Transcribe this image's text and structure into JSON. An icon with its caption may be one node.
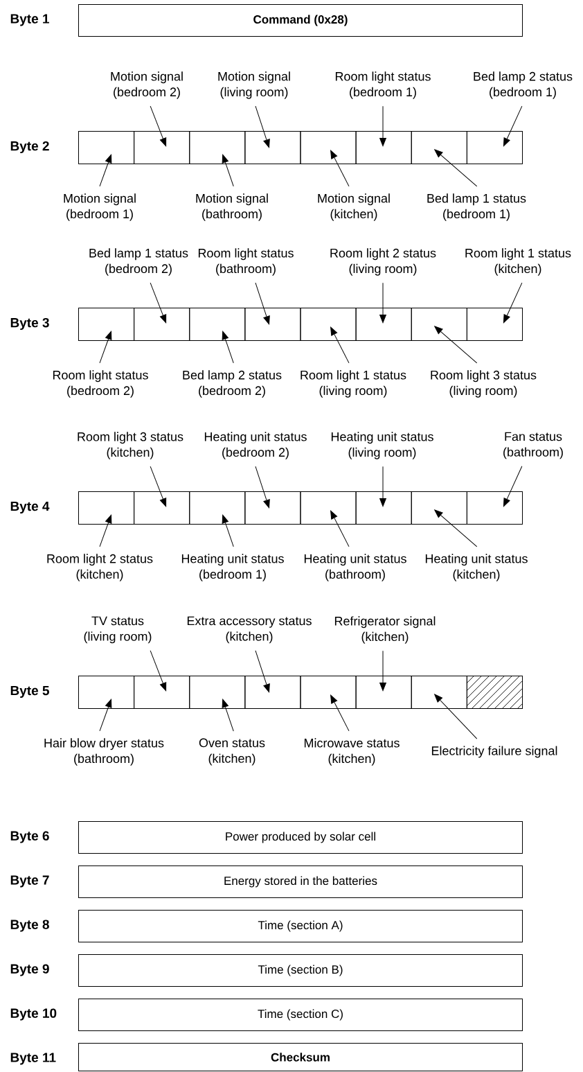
{
  "diagram": {
    "nodes": [
      {
        "text": [
          "Command (0x28)"
        ]
      },
      {
        "text": [
          "Motion signal (bedroom 2)"
        ]
      },
      {
        "text": [
          "Motion signal (living room)"
        ]
      },
      {
        "text": [
          "Room light status (bedroom 1)"
        ]
      },
      {
        "text": [
          "Bed lamp 2 status (bedroom 1)"
        ]
      },
      {
        "text": [],
        "shape": "box"
      },
      {
        "text": [],
        "shape": "box"
      },
      {
        "text": [],
        "shape": "box"
      },
      {
        "text": [],
        "shape": "box"
      },
      {
        "text": [],
        "shape": "box"
      },
      {
        "text": [],
        "shape": "box"
      },
      {
        "text": [],
        "shape": "box"
      },
      {
        "text": [],
        "shape": "box"
      },
      {
        "text": [
          "Motion signal (bedroom 1)"
        ]
      },
      {
        "text": [
          "Motion signal (bathroom)"
        ]
      },
      {
        "text": [
          "Motion signal (kitchen)"
        ]
      },
      {
        "text": [
          "Bed lamp 1 status (bedroom 1)"
        ]
      },
      {
        "text": [
          "Bed lamp 1 status (bedroom 2)"
        ]
      },
      {
        "text": [
          "Room light status (bathroom)"
        ]
      },
      {
        "text": [
          "Room light 2 status (living room)"
        ]
      },
      {
        "text": [
          "Room light 1 status (kitchen)"
        ]
      },
      {
        "text": [],
        "shape": "box"
      },
      {
        "text": [],
        "shape": "box"
      },
      {
        "text": [],
        "shape": "box"
      },
      {
        "text": [],
        "shape": "box"
      },
      {
        "text": [],
        "shape": "box"
      },
      {
        "text": [],
        "shape": "box"
      },
      {
        "text": [],
        "shape": "box"
      },
      {
        "text": [],
        "shape": "box"
      },
      {
        "text": [
          "Room light status (bedroom 2)"
        ]
      },
      {
        "text": [
          "Bed lamp 2 status (bedroom 2)"
        ]
      },
      {
        "text": [
          "Room light 1 status (living room)"
        ]
      },
      {
        "text": [
          "Room light 3 status (living room)"
        ]
      },
      {
        "text": [
          "Room light 3 status (kitchen)"
        ]
      },
      {
        "text": [
          "Heating unit status (bedroom 2)"
        ]
      },
      {
        "text": [
          "Heating unit status (living room)"
        ]
      },
      {
        "text": [
          "Fan status (bathroom)"
        ]
      },
      {
        "text": [],
        "shape": "box"
      },
      {
        "text": [],
        "shape": "box"
      },
      {
        "text": [],
        "shape": "box"
      },
      {
        "text": [],
        "shape": "box"
      },
      {
        "text": [],
        "shape": "box"
      },
      {
        "text": [],
        "shape": "box"
      },
      {
        "text": [],
        "shape": "box"
      },
      {
        "text": [],
        "shape": "box"
      },
      {
        "text": [
          "Room light 2 status (kitchen)"
        ]
      },
      {
        "text": [
          "Heating unit status (bedroom 1)"
        ]
      },
      {
        "text": [
          "Heating unit status (bathroom)"
        ]
      },
      {
        "text": [
          "Heating unit status (kitchen)"
        ]
      },
      {
        "text": [
          "TV status (living room)"
        ]
      },
      {
        "text": [
          "Extra accessory status (kitchen)"
        ]
      },
      {
        "text": [
          "Refrigerator signal (kitchen)"
        ]
      },
      {
        "text": [],
        "shape": "box"
      },
      {
        "text": [],
        "shape": "box"
      },
      {
        "text": [],
        "shape": "box"
      },
      {
        "text": [],
        "shape": "box"
      },
      {
        "text": [],
        "shape": "box"
      },
      {
        "text": [],
        "shape": "box"
      },
      {
        "text": [],
        "shape": "box"
      },
      {
        "text": [],
        "shape": "box"
      },
      {
        "text": [
          "Hair blow dryer status (bathroom)"
        ]
      },
      {
        "text": [
          "Oven status (kitchen)"
        ]
      },
      {
        "text": [
          "Microwave status (kitchen)"
        ]
      },
      {
        "text": [
          "Electricity failure signal"
        ]
      },
      {
        "text": [
          "Power produced by solar cell"
        ]
      },
      {
        "text": [
          "Energy stored in the batteries"
        ]
      },
      {
        "text": [
          "Time (section A)"
        ]
      },
      {
        "text": [
          "Time (section B)"
        ]
      },
      {
        "text": [
          "Time (section C)"
        ]
      },
      {
        "text": [
          "Checksum"
        ]
      }
    ],
    "edges": [
      {
        "from": 1,
        "to": 6,
        "arrow": "to"
      },
      {
        "from": 2,
        "to": 8,
        "arrow": "to"
      },
      {
        "from": 3,
        "to": 10,
        "arrow": "to"
      },
      {
        "from": 4,
        "to": 12,
        "arrow": "to"
      },
      {
        "from": 13,
        "to": 5,
        "arrow": "to"
      },
      {
        "from": 14,
        "to": 7,
        "arrow": "to"
      },
      {
        "from": 15,
        "to": 9,
        "arrow": "to"
      },
      {
        "from": 16,
        "to": 11,
        "arrow": "to"
      },
      {
        "from": 17,
        "to": 22,
        "arrow": "to"
      },
      {
        "from": 18,
        "to": 24,
        "arrow": "to"
      },
      {
        "from": 19,
        "to": 26,
        "arrow": "to"
      },
      {
        "from": 20,
        "to": 28,
        "arrow": "to"
      },
      {
        "from": 29,
        "to": 21,
        "arrow": "to"
      },
      {
        "from": 30,
        "to": 23,
        "arrow": "to"
      },
      {
        "from": 31,
        "to": 25,
        "arrow": "to"
      },
      {
        "from": 32,
        "to": 27,
        "arrow": "to"
      },
      {
        "from": 33,
        "to": 38,
        "arrow": "to"
      },
      {
        "from": 34,
        "to": 40,
        "arrow": "to"
      },
      {
        "from": 35,
        "to": 42,
        "arrow": "to"
      },
      {
        "from": 36,
        "to": 44,
        "arrow": "to"
      },
      {
        "from": 45,
        "to": 37,
        "arrow": "to"
      },
      {
        "from": 46,
        "to": 39,
        "arrow": "to"
      },
      {
        "from": 47,
        "to": 41,
        "arrow": "to"
      },
      {
        "from": 48,
        "to": 43,
        "arrow": "to"
      },
      {
        "from": 49,
        "to": 53,
        "arrow": "to"
      },
      {
        "from": 50,
        "to": 55,
        "arrow": "to"
      },
      {
        "from": 51,
        "to": 57,
        "arrow": "to"
      },
      {
        "from": 60,
        "to": 52,
        "arrow": "to"
      },
      {
        "from": 61,
        "to": 54,
        "arrow": "to"
      },
      {
        "from": 62,
        "to": 56,
        "arrow": "to"
      },
      {
        "from": 63,
        "to": 58,
        "arrow": "to"
      }
    ],
    "labels": [
      "Byte 1",
      "Byte 2",
      "Byte 3",
      "Byte 4",
      "Byte 5",
      "Byte 6",
      "Byte 7",
      "Byte 8",
      "Byte 9",
      "Byte 10",
      "Byte 11"
    ]
  }
}
